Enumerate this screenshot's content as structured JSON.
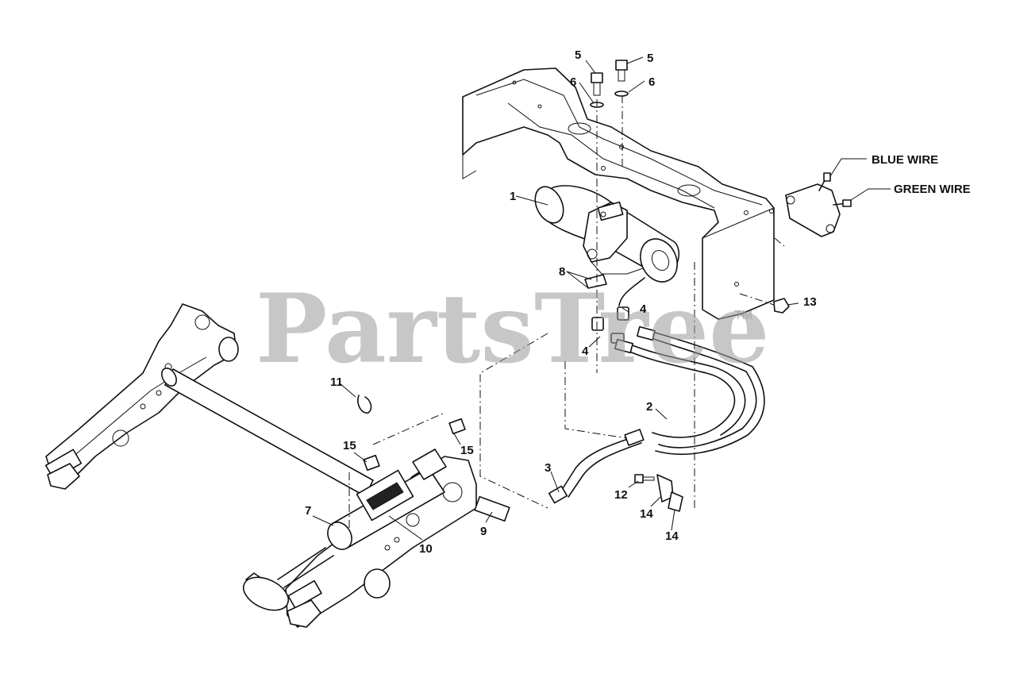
{
  "watermark": {
    "text": "PartsTree",
    "trademark": "TM"
  },
  "callouts": [
    {
      "id": "c1",
      "text": "1"
    },
    {
      "id": "c2",
      "text": "2"
    },
    {
      "id": "c3",
      "text": "3"
    },
    {
      "id": "c4a",
      "text": "4"
    },
    {
      "id": "c4b",
      "text": "4"
    },
    {
      "id": "c5a",
      "text": "5"
    },
    {
      "id": "c5b",
      "text": "5"
    },
    {
      "id": "c6a",
      "text": "6"
    },
    {
      "id": "c6b",
      "text": "6"
    },
    {
      "id": "c7",
      "text": "7"
    },
    {
      "id": "c8",
      "text": "8"
    },
    {
      "id": "c9",
      "text": "9"
    },
    {
      "id": "c10",
      "text": "10"
    },
    {
      "id": "c11",
      "text": "11"
    },
    {
      "id": "c12",
      "text": "12"
    },
    {
      "id": "c13",
      "text": "13"
    },
    {
      "id": "c14a",
      "text": "14"
    },
    {
      "id": "c14b",
      "text": "14"
    },
    {
      "id": "c15a",
      "text": "15"
    },
    {
      "id": "c15b",
      "text": "15"
    }
  ],
  "wire_labels": {
    "blue": "BLUE WIRE",
    "green": "GREEN WIRE"
  }
}
